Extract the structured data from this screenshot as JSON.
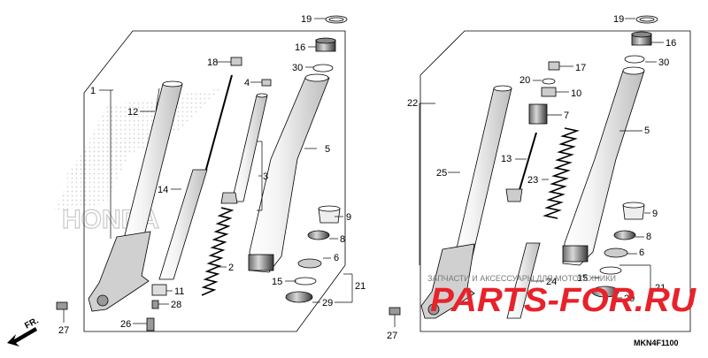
{
  "diagram": {
    "code": "MKN4F1100",
    "direction_label": "FR.",
    "watermark_text": "ЗАПЧАСТИ И АКСЕССУАРЫ ДЛЯ МОТОТЕХНИКИ",
    "watermark_brand": "PARTS-FOR.RU",
    "background_logo_text": "HONDA",
    "left_callouts": [
      "19",
      "16",
      "18",
      "4",
      "30",
      "1",
      "12",
      "3",
      "14",
      "5",
      "9",
      "8",
      "6",
      "2",
      "15",
      "21",
      "11",
      "28",
      "29",
      "27",
      "26"
    ],
    "right_callouts": [
      "19",
      "16",
      "17",
      "20",
      "30",
      "10",
      "7",
      "22",
      "5",
      "13",
      "25",
      "23",
      "9",
      "8",
      "24",
      "6",
      "15",
      "21",
      "29",
      "27"
    ]
  }
}
